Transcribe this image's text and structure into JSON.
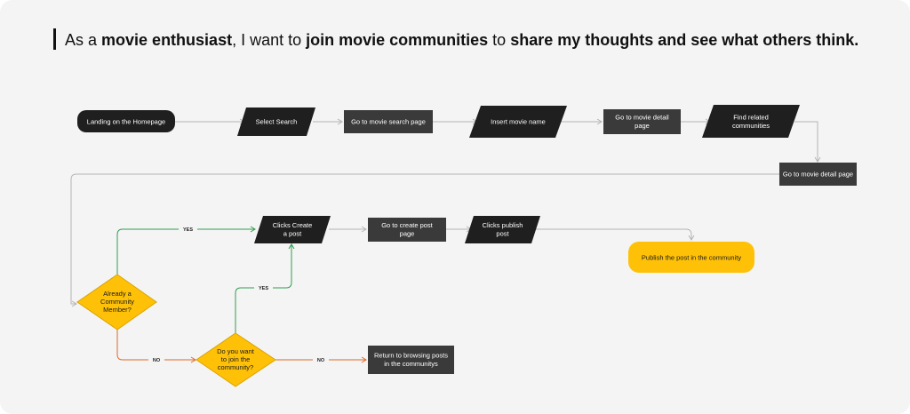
{
  "heading": {
    "prefix": "As a ",
    "role": "movie enthusiast",
    "mid1": ", I want to ",
    "goal": "join movie communities",
    "mid2": " to ",
    "benefit": "share my thoughts and see what others think."
  },
  "nodes": {
    "landing": [
      "Landing on the Homepage"
    ],
    "select_search": [
      "Select Search"
    ],
    "search_page": [
      "Go to movie search page"
    ],
    "insert_name": [
      "Insert movie name"
    ],
    "detail_page_1": [
      "Go to movie detail",
      "page"
    ],
    "find_communities": [
      "Find related",
      "communities"
    ],
    "detail_page_2": [
      "Go to movie detail page"
    ],
    "already_member": [
      "Already a",
      "Community",
      "Member?"
    ],
    "want_join": [
      "Do you want",
      "to join the",
      "community?"
    ],
    "clicks_create": [
      "Clicks Create",
      "a post"
    ],
    "create_page": [
      "Go to create post",
      "page"
    ],
    "clicks_publish": [
      "Clicks publish",
      "post"
    ],
    "publish": [
      "Publish the post in the community"
    ],
    "return_browsing": [
      "Return to browsing posts",
      "in the communitys"
    ]
  },
  "edge_labels": {
    "yes_top": "YES",
    "yes_mid": "YES",
    "no_left": "NO",
    "no_right": "NO"
  },
  "colors": {
    "dark": "#1f1f1f",
    "grey_box": "#3a3a3a",
    "yellow": "#ffc107",
    "yes_line": "#2e9e4f",
    "no_line": "#e0692a",
    "neutral_line": "#b5b5b5"
  }
}
